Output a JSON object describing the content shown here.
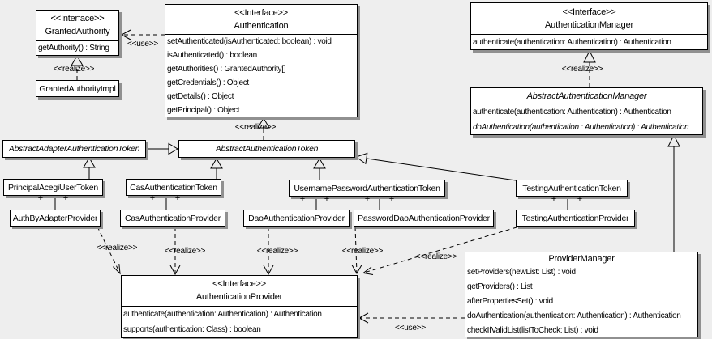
{
  "labels": {
    "use": "<<use>>",
    "realize": "<<realize>>",
    "plus": "+"
  },
  "colors": {
    "background": "#eeeeee",
    "box_fill": "#ffffff",
    "line": "#000000",
    "shadow": "#909090"
  },
  "classes": {
    "granted_authority": {
      "stereotype": "<<Interface>>",
      "name": "GrantedAuthority",
      "methods": [
        "getAuthority() : String"
      ]
    },
    "granted_authority_impl": {
      "name": "GrantedAuthorityImpl"
    },
    "authentication": {
      "stereotype": "<<Interface>>",
      "name": "Authentication",
      "methods": [
        "setAuthenticated(isAuthenticated: boolean) : void",
        "isAuthenticated() : boolean",
        "getAuthorities() : GrantedAuthority[]",
        "getCredentials() : Object",
        "getDetails() : Object",
        "getPrincipal() : Object"
      ]
    },
    "authentication_manager": {
      "stereotype": "<<Interface>>",
      "name": "AuthenticationManager",
      "methods": [
        "authenticate(authentication: Authentication) : Authentication"
      ]
    },
    "abstract_authentication_manager": {
      "name": "AbstractAuthenticationManager",
      "methods": [
        "authenticate(authentication: Authentication) : Authentication",
        "doAuthentication(authentication : Authentication) : Authentication"
      ]
    },
    "abstract_adapter_authentication_token": {
      "name": "AbstractAdapterAuthenticationToken"
    },
    "abstract_authentication_token": {
      "name": "AbstractAuthenticationToken"
    },
    "principal_acegi_user_token": {
      "name": "PrincipalAcegiUserToken"
    },
    "cas_authentication_token": {
      "name": "CasAuthenticationToken"
    },
    "username_password_authentication_token": {
      "name": "UsernamePasswordAuthenticationToken"
    },
    "testing_authentication_token": {
      "name": "TestingAuthenticationToken"
    },
    "auth_by_adapter_provider": {
      "name": "AuthByAdapterProvider"
    },
    "cas_authentication_provider": {
      "name": "CasAuthenticationProvider"
    },
    "dao_authentication_provider": {
      "name": "DaoAuthenticationProvider"
    },
    "password_dao_authentication_provider": {
      "name": "PasswordDaoAuthenticationProvider"
    },
    "testing_authentication_provider": {
      "name": "TestingAuthenticationProvider"
    },
    "authentication_provider": {
      "stereotype": "<<Interface>>",
      "name": "AuthenticationProvider",
      "methods": [
        "authenticate(authentication: Authentication) : Authentication",
        "supports(authentication: Class) : boolean"
      ]
    },
    "provider_manager": {
      "name": "ProviderManager",
      "methods": [
        "setProviders(newList: List) : void",
        "getProviders() : List",
        "afterPropertiesSet() : void",
        "doAuthentication(authentication: Authentication) : Authentication",
        "checkIfValidList(listToCheck: List) : void"
      ]
    }
  }
}
